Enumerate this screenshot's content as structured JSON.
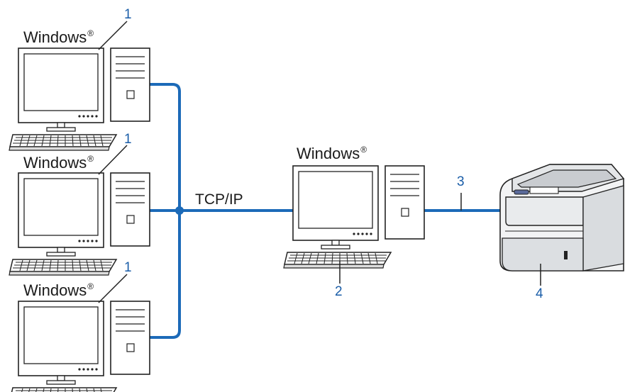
{
  "colors": {
    "network": "#1c6ab8",
    "callout": "#1a5da8",
    "outline": "#222222"
  },
  "clients": [
    {
      "os": "Windows",
      "mark": "®",
      "callout": "1"
    },
    {
      "os": "Windows",
      "mark": "®",
      "callout": "1"
    },
    {
      "os": "Windows",
      "mark": "®",
      "callout": "1"
    }
  ],
  "protocol": "TCP/IP",
  "server": {
    "os": "Windows",
    "mark": "®",
    "callout": "2"
  },
  "link_callout": "3",
  "printer_callout": "4",
  "icons": [
    "desktop-computer-icon",
    "printer-icon"
  ]
}
